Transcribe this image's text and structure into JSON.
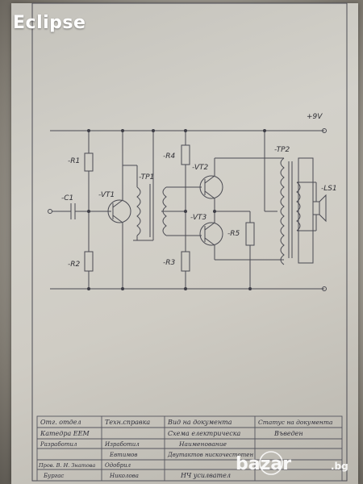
{
  "watermark": "Eclipse",
  "supply": "+9V",
  "components": {
    "r1": "-R1",
    "r2": "-R2",
    "r3": "-R3",
    "r4": "-R4",
    "r5": "-R5",
    "c1": "-C1",
    "vt1": "-VT1",
    "vt2": "-VT2",
    "vt3": "-VT3",
    "tp1": "-TP1",
    "tp2": "-TP2",
    "ls1": "-LS1"
  },
  "title_block": {
    "row1": [
      "Отг. отдел",
      "Техн.справка",
      "Вид на документа",
      "Статус на документа"
    ],
    "row2": [
      "Катедра ЕЕМ",
      "",
      "Схема електрическа",
      "Въведен"
    ],
    "row3": [
      "Разработил",
      "Изработил",
      "Наименование",
      ""
    ],
    "row3b": [
      "",
      "Евтимов",
      "Двутактов нискочестотен",
      ""
    ],
    "row4": [
      "Пров. В. Н. Знатова",
      "Одобрил",
      "",
      ""
    ],
    "row4b": [
      "",
      "Николова",
      "НЧ усилвател",
      ""
    ],
    "row5": [
      "Бургас",
      "",
      "",
      ""
    ]
  },
  "site_logo": {
    "text": "bazar",
    "suffix": ".bg"
  }
}
